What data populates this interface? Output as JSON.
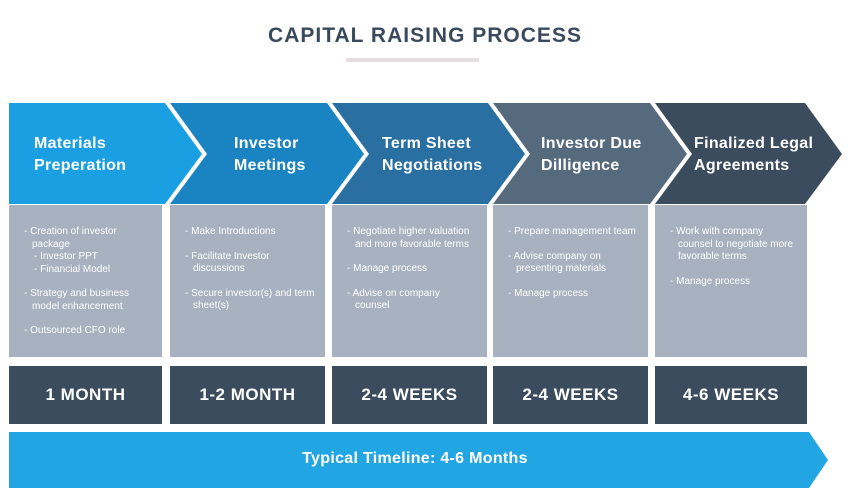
{
  "title": "CAPITAL RAISING PROCESS",
  "colors": {
    "step_1": "#1aa0e2",
    "step_2": "#1a84c2",
    "step_3": "#2a6fa2",
    "step_4": "#566a7e",
    "step_5": "#3b4c5e",
    "detail_box": "#a8b1bf",
    "duration_box": "#3b4c5e",
    "timeline_arrow": "#22a5e3"
  },
  "steps": [
    {
      "name": "step-materials-preparation",
      "title_lines": [
        "Materials",
        "Preperation"
      ],
      "items": [
        {
          "text": "Creation of investor package",
          "sub": [
            "Investor PPT",
            "Financial Model"
          ]
        },
        {
          "text": "Strategy and business model enhancement"
        },
        {
          "text": "Outsourced CFO role"
        }
      ],
      "duration": "1 MONTH"
    },
    {
      "name": "step-investor-meetings",
      "title_lines": [
        "Investor",
        "Meetings"
      ],
      "items": [
        {
          "text": "Make Introductions"
        },
        {
          "text": "Facilitate Investor discussions"
        },
        {
          "text": "Secure investor(s) and term sheet(s)"
        }
      ],
      "duration": "1-2 MONTH"
    },
    {
      "name": "step-term-sheet-negotiations",
      "title_lines": [
        "Term Sheet",
        "Negotiations"
      ],
      "items": [
        {
          "text": "Negotiate higher valuation and more favorable terms"
        },
        {
          "text": "Manage process"
        },
        {
          "text": "Advise on company counsel"
        }
      ],
      "duration": "2-4 WEEKS"
    },
    {
      "name": "step-investor-due-diligence",
      "title_lines": [
        "Investor Due",
        "Dilligence"
      ],
      "items": [
        {
          "text": "Prepare management team"
        },
        {
          "text": "Advise company on presenting materials"
        },
        {
          "text": "Manage process"
        }
      ],
      "duration": "2-4 WEEKS"
    },
    {
      "name": "step-finalized-legal-agreements",
      "title_lines": [
        "Finalized Legal",
        "Agreements"
      ],
      "items": [
        {
          "text": "Work with company counsel to negotiate more favorable terms"
        },
        {
          "text": "Manage process"
        }
      ],
      "duration": "4-6 WEEKS"
    }
  ],
  "timeline": "Typical Timeline: 4-6 Months"
}
